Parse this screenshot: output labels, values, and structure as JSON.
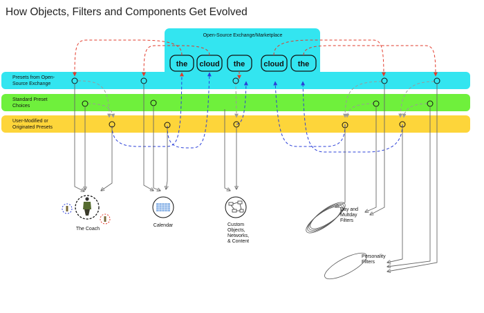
{
  "title": "How Objects, Filters and Components Get Evolved",
  "exchange": {
    "label": "Open-Source Exchange/Marketplace",
    "boxes": [
      "the",
      "cloud",
      "the",
      "cloud",
      "the"
    ]
  },
  "layers": [
    {
      "label_1": "Presets from Open-",
      "label_2": "Source Exchange",
      "color": "#33e5f0"
    },
    {
      "label_1": "Standard Preset",
      "label_2": "Choices",
      "color": "#6ff03c"
    },
    {
      "label_1": "User-Modified or",
      "label_2": "Originated Presets",
      "color": "#fdd53a"
    }
  ],
  "outputs": {
    "coach": "The Coach",
    "calendar": "Calendar",
    "custom_1": "Custom",
    "custom_2": "Objects,",
    "custom_3": "Networks,",
    "custom_4": "& Content",
    "day_1": "Day and",
    "day_2": "Multday",
    "day_3": "Filters",
    "pers_1": "Personality",
    "pers_2": "Filters"
  },
  "colors": {
    "down_arrow": "#e23a2a",
    "up_arrow": "#2a3fd8",
    "gray_arrow": "#9a9a9a",
    "line": "#666666"
  }
}
